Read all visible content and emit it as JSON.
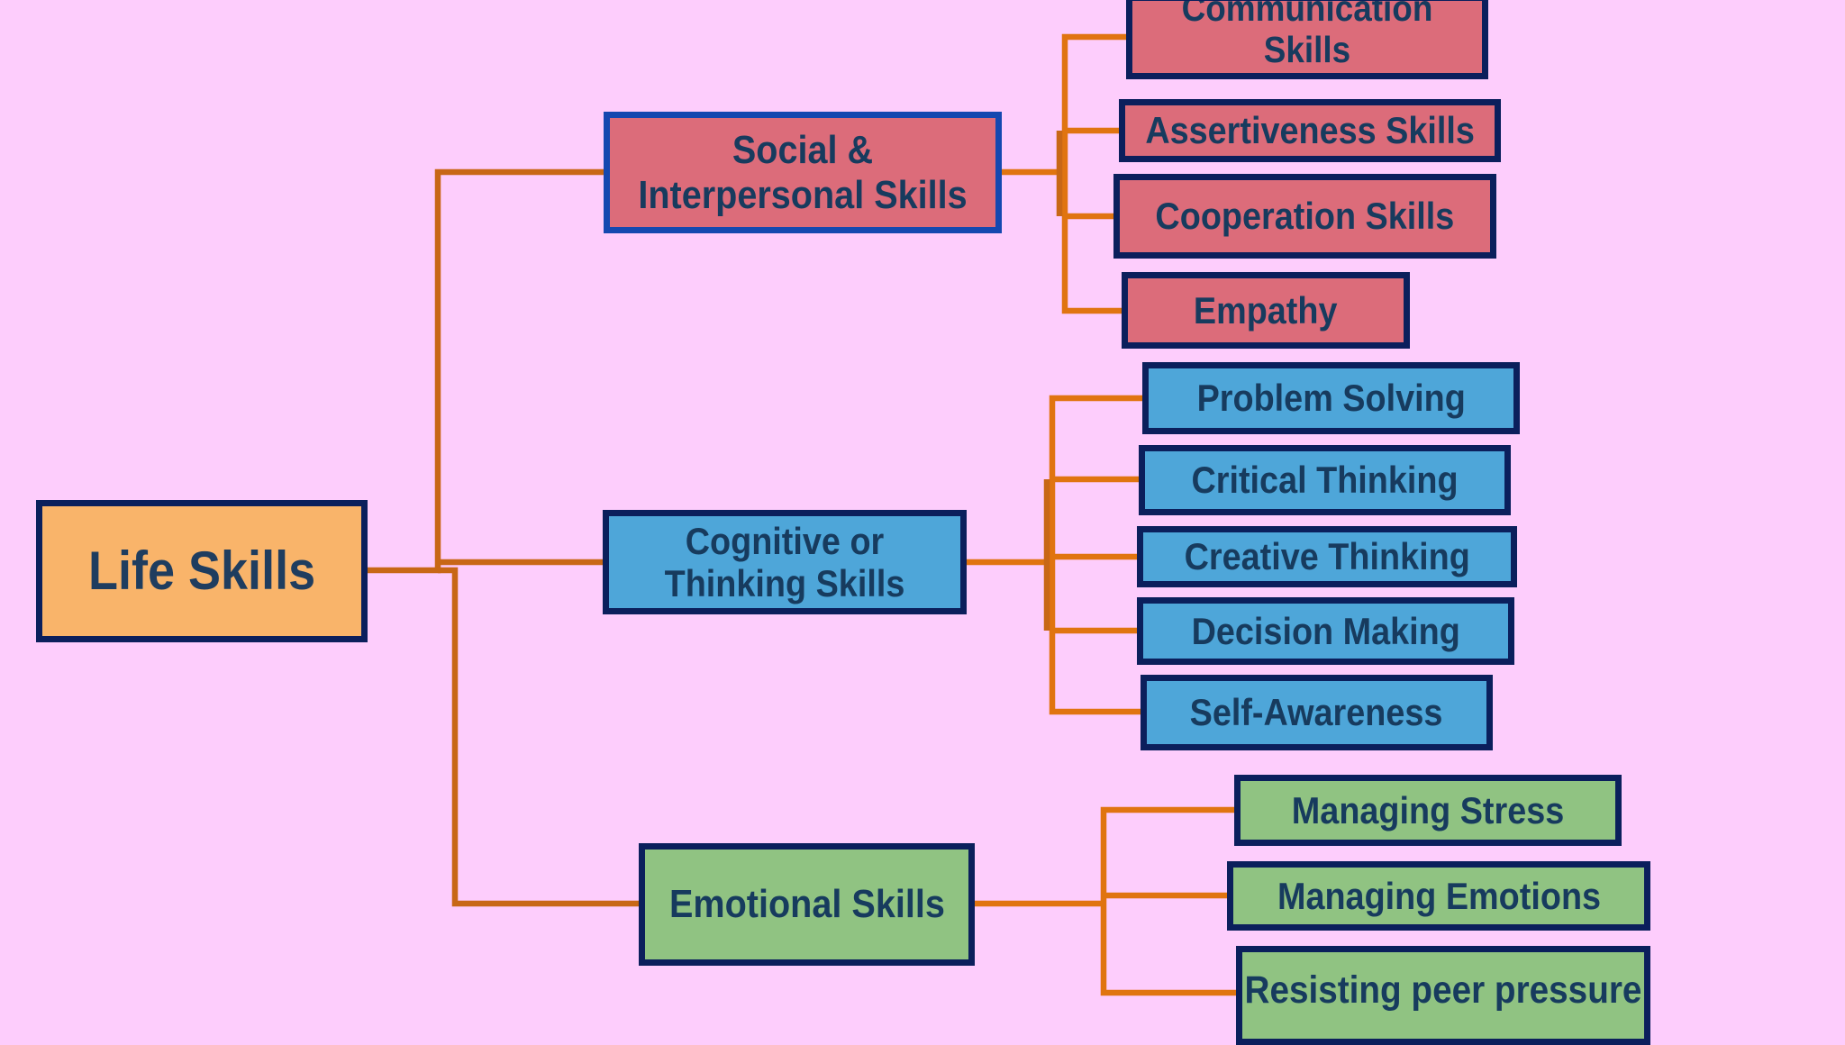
{
  "colors": {
    "background": "#fdcdfc",
    "connector": "#e07410",
    "root_fill": "#f9b46a",
    "social_fill": "#dc6c7a",
    "cognitive_fill": "#4ea6d9",
    "emotional_fill": "#90c382",
    "border": "#0b1f5c",
    "text": "#173b5e"
  },
  "root": {
    "label": "Life Skills"
  },
  "branches": {
    "social": {
      "label": "Social & Interpersonal Skills",
      "children": [
        "Communication Skills",
        "Assertiveness Skills",
        "Cooperation Skills",
        "Empathy"
      ]
    },
    "cognitive": {
      "label": "Cognitive or Thinking Skills",
      "children": [
        "Problem Solving",
        "Critical Thinking",
        "Creative Thinking",
        "Decision Making",
        "Self-Awareness"
      ]
    },
    "emotional": {
      "label": "Emotional Skills",
      "children": [
        "Managing Stress",
        "Managing Emotions",
        "Resisting peer pressure"
      ]
    }
  }
}
